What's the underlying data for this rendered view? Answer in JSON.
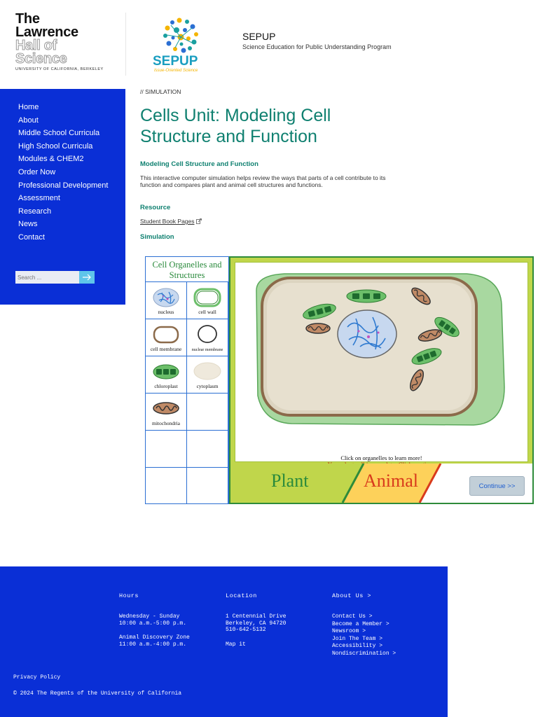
{
  "brand": {
    "line1": "The",
    "line2": "Lawrence",
    "line3": "Hall of",
    "line4": "Science",
    "tagline": "UNIVERSITY OF CALIFORNIA, BERKELEY"
  },
  "sepup": {
    "logo_text": "SEPUP",
    "logo_sub": "Issue-Oriented Science",
    "title": "SEPUP",
    "subtitle": "Science Education for Public Understanding Program"
  },
  "nav": [
    "Home",
    "About",
    "Middle School Curricula",
    "High School Curricula",
    "Modules & CHEM2",
    "Order Now",
    "Professional Development",
    "Assessment",
    "Research",
    "News",
    "Contact"
  ],
  "search": {
    "placeholder": "Search ..."
  },
  "main": {
    "breadcrumb": "// SIMULATION",
    "title": "Cells Unit: Modeling Cell Structure and Function",
    "section1": "Modeling Cell Structure and Function",
    "description": "This interactive computer simulation helps review the ways that parts of a cell contribute to its function and compares plant and animal cell structures and functions.",
    "section2": "Resource",
    "resource_link": "Student Book Pages",
    "section3": "Simulation"
  },
  "simulation": {
    "palette_title": "Cell Organelles and Structures",
    "organelles": [
      "nucleus",
      "cell wall",
      "cell membrane",
      "nuclear membrane",
      "chloroplast",
      "cytoplasm",
      "mitochondria"
    ],
    "prompt": "Click on organelles to learn more!",
    "status": "Your plant cell is complete. Click continue",
    "tab_plant": "Plant",
    "tab_animal": "Animal",
    "continue": "Continue >>",
    "colors": {
      "plant_tab": "#c0d64b",
      "animal_tab": "#fdd15a",
      "plant_text": "#2a8a3c",
      "animal_text": "#d83a1c"
    }
  },
  "footer": {
    "hours_head": "Hours",
    "hours_l1": "Wednesday - Sunday",
    "hours_l2": "10:00 a.m.-5:00 p.m.",
    "hours_l3": "Animal Discovery Zone",
    "hours_l4": "11:00 a.m.-4:00 p.m.",
    "location_head": "Location",
    "loc_l1": "1 Centennial Drive",
    "loc_l2": "Berkeley, CA 94720",
    "loc_l3": "510-642-5132",
    "loc_map": "Map it",
    "about_head": "About Us >",
    "about_links": [
      "Contact Us >",
      "Become a Member >",
      "Newsroom >",
      "Join The Team >",
      "Accessibility >",
      "Nondiscrimination >"
    ],
    "privacy": "Privacy Policy",
    "copyright": "© 2024 The Regents of the University of California"
  }
}
